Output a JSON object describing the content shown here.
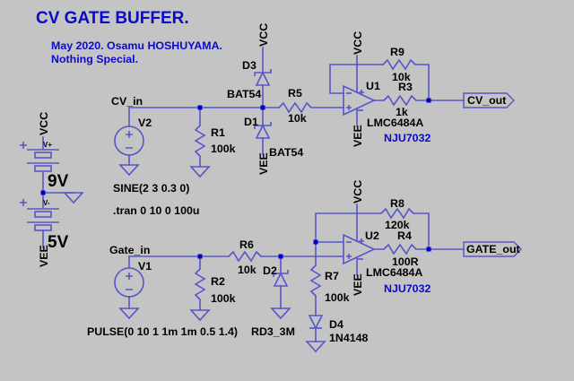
{
  "colors": {
    "background": "#c4c4c4",
    "wire": "#5656c8",
    "junction": "#0000c8",
    "text": "#000000",
    "comment_blue": "#0a0acc"
  },
  "annotations": {
    "title": "CV GATE BUFFER.",
    "byline": "May 2020. Osamu HOSHUYAMA.",
    "note": "Nothing Special.",
    "tran_directive": ".tran 0 10 0 100u"
  },
  "labels": {
    "vcc": "VCC",
    "vee": "VEE"
  },
  "nets": {
    "cv_in": "CV_in",
    "cv_out": "CV_out",
    "gate_in": "Gate_in",
    "gate_out": "GATE_out"
  },
  "components": {
    "bat_pos": {
      "name": "V+",
      "value": "9V"
    },
    "bat_neg": {
      "name": "V-",
      "value": "5V"
    },
    "v2": {
      "name": "V2",
      "value": "SINE(2 3 0.3 0)"
    },
    "v1": {
      "name": "V1",
      "value": "PULSE(0 10 1 1m 1m 0.5 1.4)"
    },
    "r1": {
      "name": "R1",
      "value": "100k"
    },
    "r2": {
      "name": "R2",
      "value": "100k"
    },
    "r3": {
      "name": "R3",
      "value": "1k"
    },
    "r4": {
      "name": "R4",
      "value": "100R"
    },
    "r5": {
      "name": "R5",
      "value": "10k"
    },
    "r6": {
      "name": "R6",
      "value": "10k"
    },
    "r7": {
      "name": "R7",
      "value": "100k"
    },
    "r8": {
      "name": "R8",
      "value": "120k"
    },
    "r9": {
      "name": "R9",
      "value": "10k"
    },
    "d1": {
      "name": "D1",
      "value": "BAT54"
    },
    "d2": {
      "name": "D2",
      "value": "RD3_3M"
    },
    "d3": {
      "name": "D3",
      "value": "BAT54"
    },
    "d4": {
      "name": "D4",
      "value": "1N4148"
    },
    "u1": {
      "name": "U1",
      "value": "LMC6484A",
      "alt": "NJU7032"
    },
    "u2": {
      "name": "U2",
      "value": "LMC6484A",
      "alt": "NJU7032"
    }
  }
}
